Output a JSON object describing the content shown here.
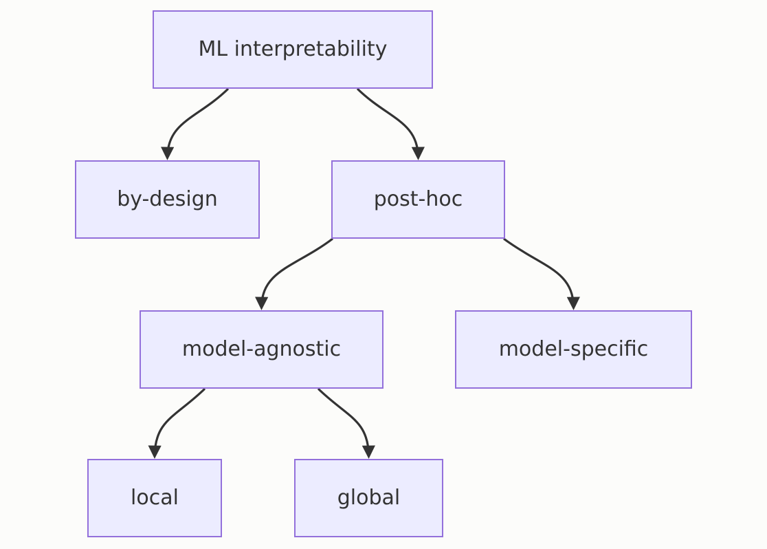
{
  "diagram": {
    "type": "flowchart",
    "direction": "top-down",
    "nodes": [
      {
        "id": "ml",
        "label": "ML interpretability"
      },
      {
        "id": "by-design",
        "label": "by-design"
      },
      {
        "id": "post-hoc",
        "label": "post-hoc"
      },
      {
        "id": "model-agnostic",
        "label": "model-agnostic"
      },
      {
        "id": "model-specific",
        "label": "model-specific"
      },
      {
        "id": "local",
        "label": "local"
      },
      {
        "id": "global",
        "label": "global"
      }
    ],
    "edges": [
      {
        "from": "ml",
        "to": "by-design"
      },
      {
        "from": "ml",
        "to": "post-hoc"
      },
      {
        "from": "post-hoc",
        "to": "model-agnostic"
      },
      {
        "from": "post-hoc",
        "to": "model-specific"
      },
      {
        "from": "model-agnostic",
        "to": "local"
      },
      {
        "from": "model-agnostic",
        "to": "global"
      }
    ],
    "colors": {
      "node_fill": "#ECECFF",
      "node_border": "#9370DB",
      "edge_color": "#333333",
      "text_color": "#333333",
      "background": "#fcfcfa"
    }
  }
}
